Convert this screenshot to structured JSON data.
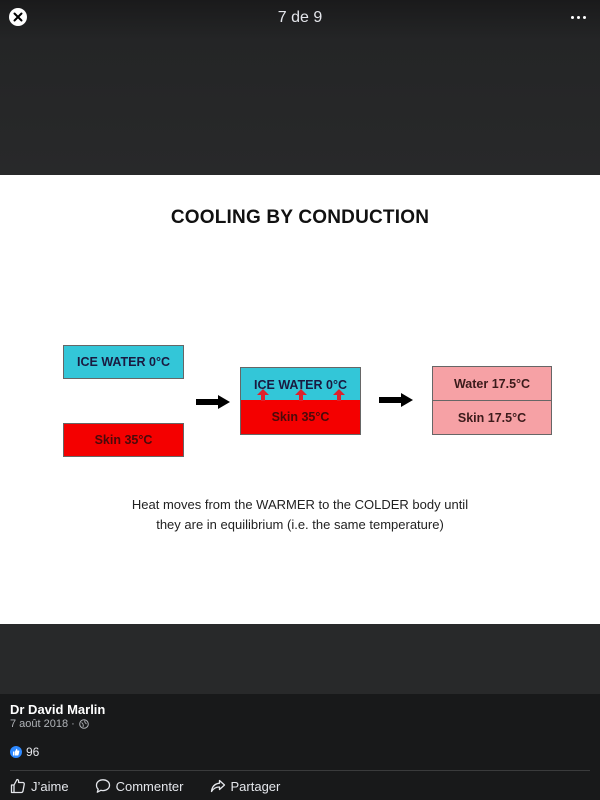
{
  "viewer": {
    "counter": "7 de 9"
  },
  "slide": {
    "title": "COOLING BY CONDUCTION",
    "stage1": {
      "top_label": "ICE WATER 0°C",
      "bottom_label": "Skin 35°C"
    },
    "stage2": {
      "top_label": "ICE WATER 0°C",
      "bottom_label": "Skin 35°C"
    },
    "stage3": {
      "top_label": "Water 17.5°C",
      "bottom_label": "Skin 17.5°C"
    },
    "caption": "Heat moves from the WARMER to the COLDER body until they are in equilibrium (i.e. the same temperature)"
  },
  "post": {
    "author": "Dr David Marlin",
    "date": "7 août 2018 ·",
    "likes": "96",
    "actions": {
      "like": "J’aime",
      "comment": "Commenter",
      "share": "Partager"
    }
  },
  "colors": {
    "ice": "#33c6d8",
    "skin": "#f40000",
    "equilibrium": "#f6a1a5",
    "like": "#2e89ff"
  },
  "icons": [
    "close-icon",
    "more-icon",
    "right-arrow-icon",
    "up-arrow-icon",
    "globe-icon",
    "thumbs-up-icon",
    "comment-icon",
    "share-icon"
  ]
}
